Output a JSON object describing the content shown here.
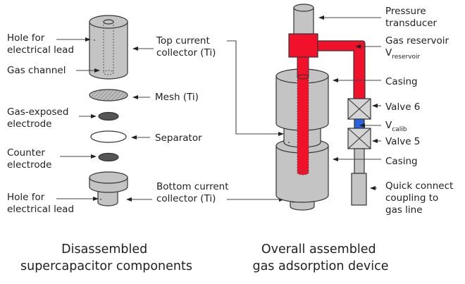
{
  "colors": {
    "component_gray": "#c4c4c4",
    "gas_red": "#f2112a",
    "calib_blue": "#2a62e0",
    "electrode_dark": "#555555",
    "outline": "#333333"
  },
  "left_labels": {
    "hole_top": [
      "Hole for",
      "electrical lead"
    ],
    "gas_channel": [
      "Gas channel"
    ],
    "gas_exposed": [
      "Gas-exposed",
      "electrode"
    ],
    "counter": [
      "Counter",
      "electrode"
    ],
    "hole_bottom": [
      "Hole for",
      "electrical lead"
    ]
  },
  "middle_labels": {
    "top_collector": [
      "Top current",
      "collector (Ti)"
    ],
    "mesh": [
      "Mesh (Ti)"
    ],
    "separator": [
      "Separator"
    ],
    "bottom_collector": [
      "Bottom current",
      "collector (Ti)"
    ]
  },
  "right_labels": {
    "pressure": [
      "Pressure",
      "transducer"
    ],
    "reservoir": [
      "Gas reservoir",
      "V"
    ],
    "reservoir_sub": "reservoir",
    "casing_top": [
      "Casing"
    ],
    "valve6": [
      "Valve 6"
    ],
    "vcalib": "V",
    "vcalib_sub": "calib",
    "valve5": [
      "Valve 5"
    ],
    "casing_bottom": [
      "Casing"
    ],
    "quick_connect": [
      "Quick connect",
      "coupling to",
      "gas line"
    ]
  },
  "captions": {
    "left": [
      "Disassembled",
      "supercapacitor components"
    ],
    "right": [
      "Overall assembled",
      "gas adsorption device"
    ]
  }
}
